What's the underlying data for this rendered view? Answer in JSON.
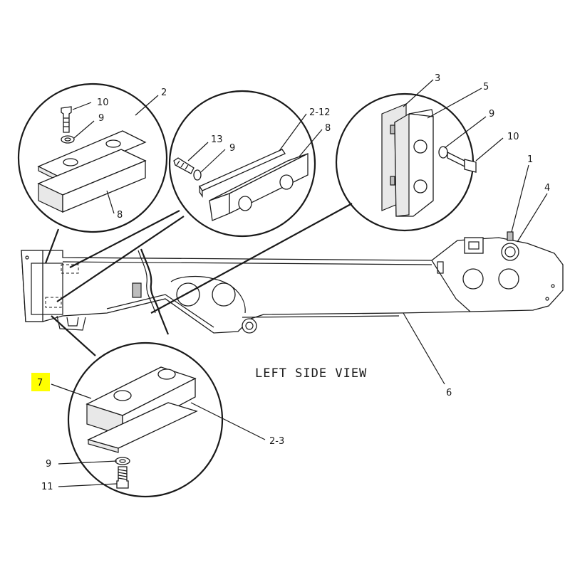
{
  "diagram": {
    "view_title": "LEFT SIDE VIEW",
    "highlight_color": "#ffff00",
    "highlighted_callout": "7",
    "callouts": {
      "c10_a": "10",
      "c2": "2",
      "c9_a": "9",
      "c8_a": "8",
      "c2_12": "2-12",
      "c13": "13",
      "c9_b": "9",
      "c8_b": "8",
      "c3": "3",
      "c5": "5",
      "c9_c": "9",
      "c10_b": "10",
      "c1": "1",
      "c4": "4",
      "c6": "6",
      "c7": "7",
      "c2_3": "2-3",
      "c9_d": "9",
      "c11": "11"
    }
  }
}
